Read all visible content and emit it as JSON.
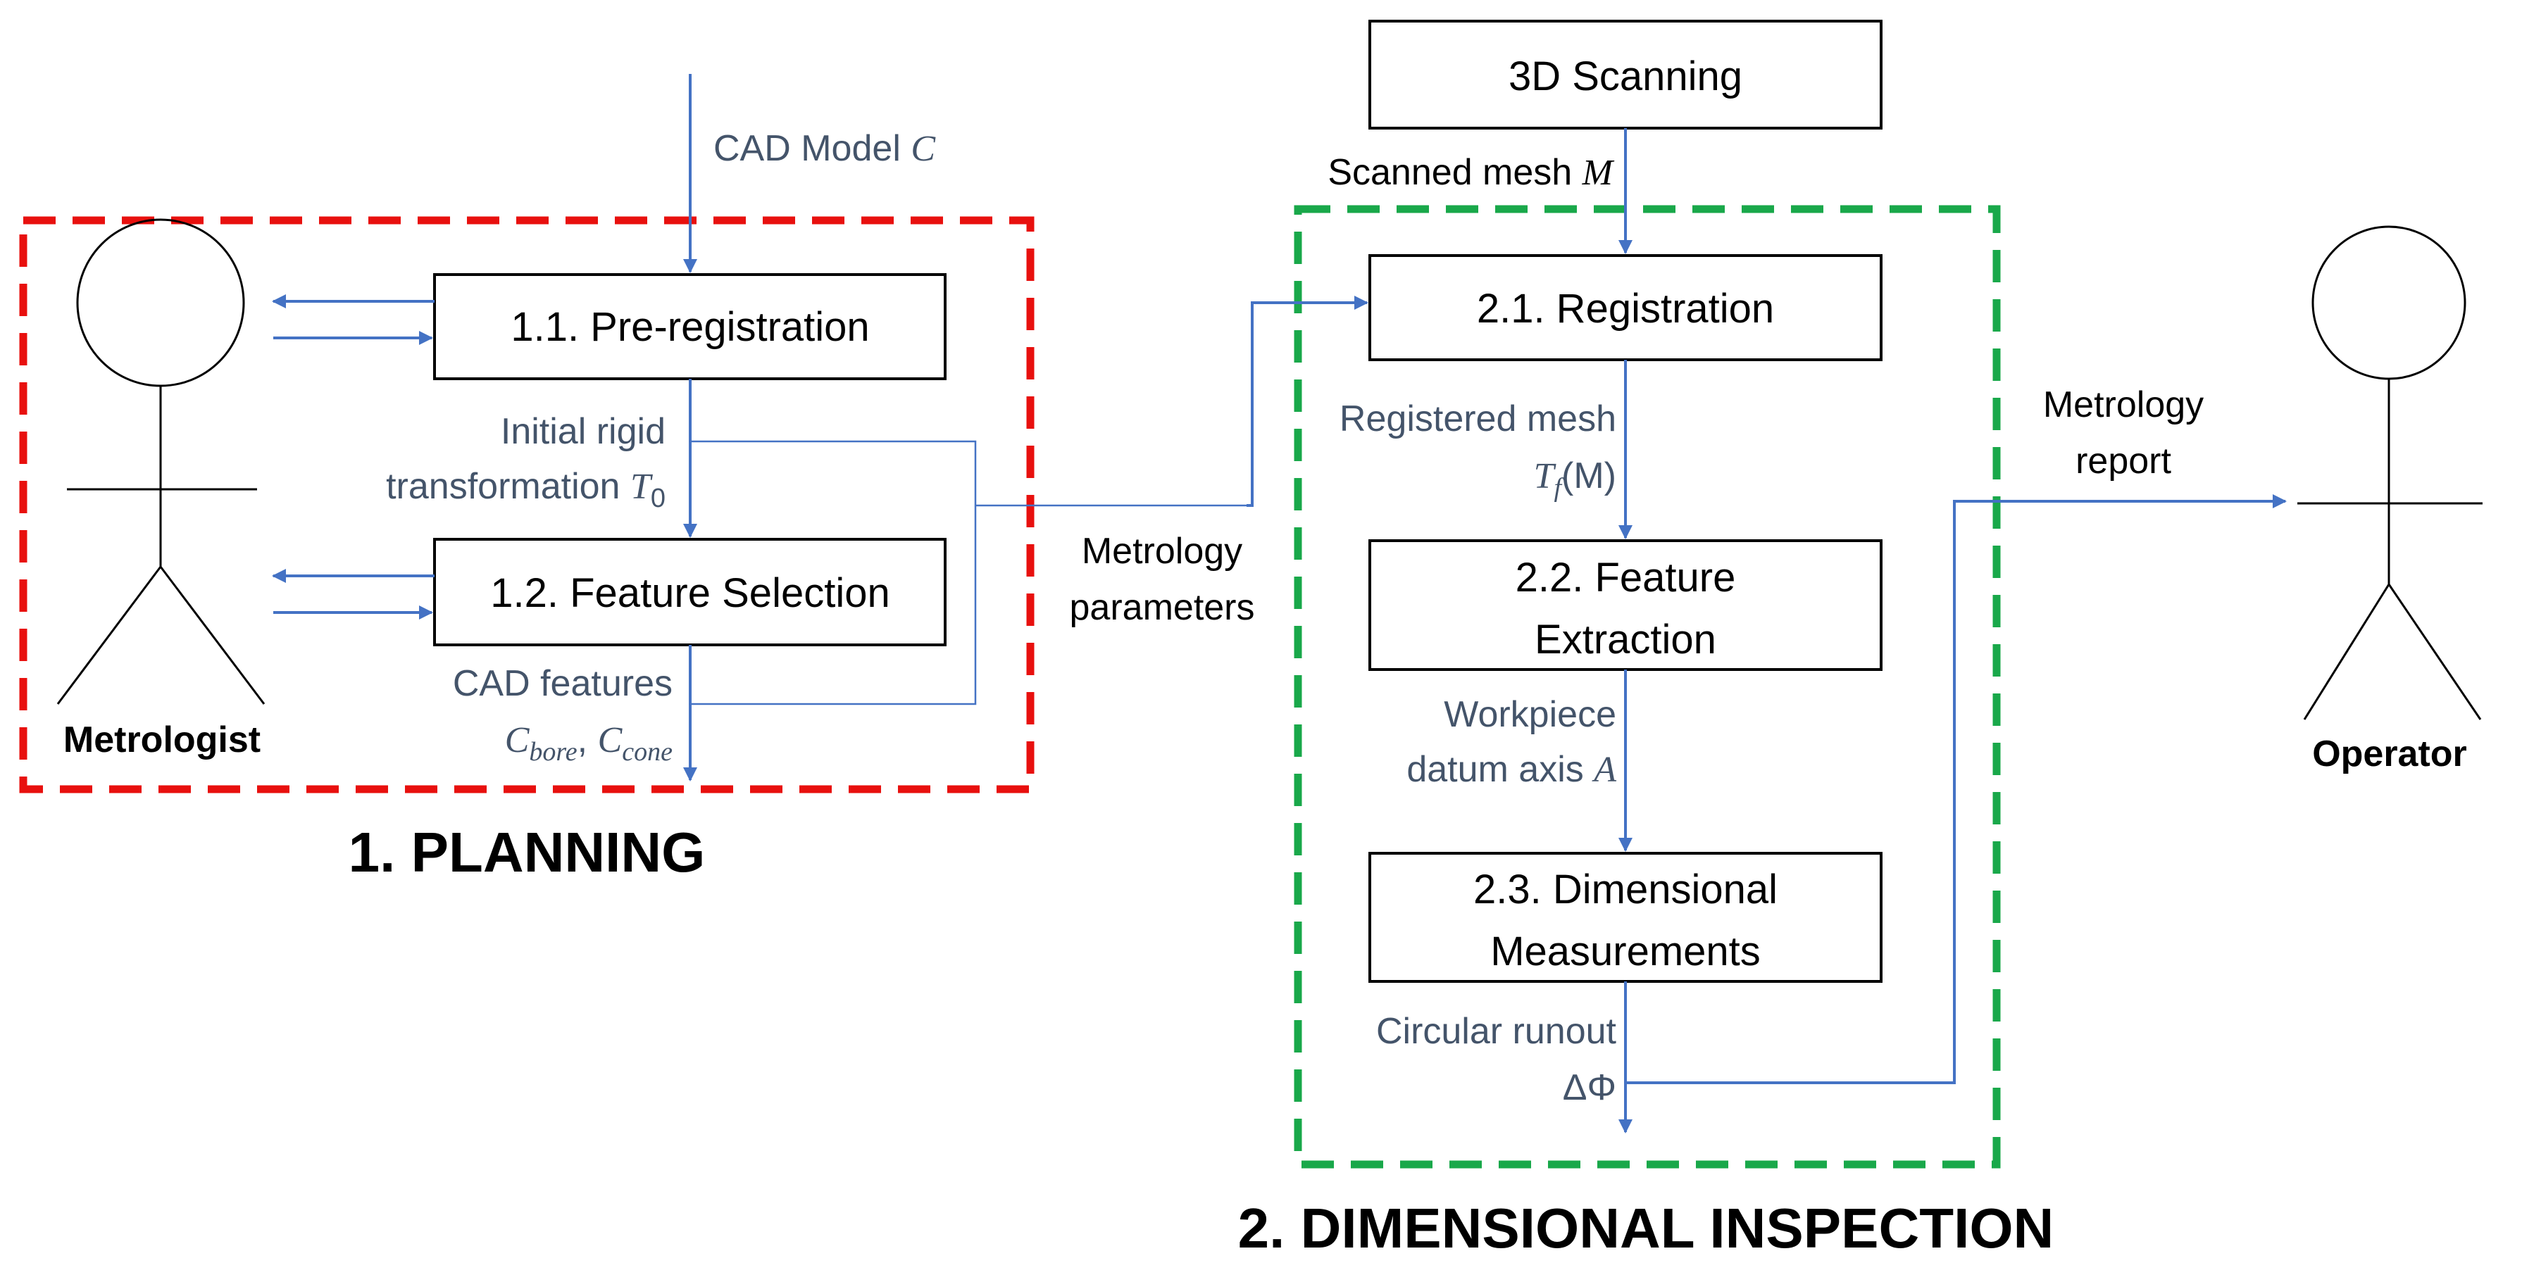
{
  "groups": {
    "planning": {
      "title": "1. PLANNING",
      "color": "#e8100e"
    },
    "inspection": {
      "title": "2. DIMENSIONAL INSPECTION",
      "color": "#19a84a"
    }
  },
  "actors": {
    "metrologist": "Metrologist",
    "operator": "Operator"
  },
  "nodes": {
    "pre_registration": "1.1. Pre-registration",
    "feature_selection": "1.2. Feature Selection",
    "scanning": "3D Scanning",
    "registration": "2.1. Registration",
    "feature_extraction": {
      "line1": "2.2. Feature",
      "line2": "Extraction"
    },
    "dimensional_measurements": {
      "line1": "2.3. Dimensional",
      "line2": "Measurements"
    }
  },
  "edges": {
    "cad_model": {
      "text": "CAD Model",
      "symbol": "C"
    },
    "initial_rigid": {
      "line1": "Initial rigid",
      "line2": "transformation",
      "symbol": "T",
      "subscript": "0"
    },
    "cad_features": {
      "line1": "CAD features",
      "symbol1": "C",
      "sub1": "bore",
      "symbol2": "C",
      "sub2": "cone"
    },
    "metrology_parameters": {
      "line1": "Metrology",
      "line2": "parameters"
    },
    "scanned_mesh": {
      "text": "Scanned mesh",
      "symbol": "M"
    },
    "registered_mesh": {
      "line1": "Registered mesh",
      "symbol": "T",
      "subscript": "f",
      "arg": "(M)"
    },
    "datum_axis": {
      "line1": "Workpiece",
      "line2": "datum axis",
      "symbol": "A"
    },
    "circular_runout": {
      "line1": "Circular runout",
      "line2": "ΔΦ"
    },
    "metrology_report": {
      "line1": "Metrology",
      "line2": "report"
    }
  },
  "colors": {
    "arrow": "#4472c4",
    "edge_label": "#44546a"
  }
}
